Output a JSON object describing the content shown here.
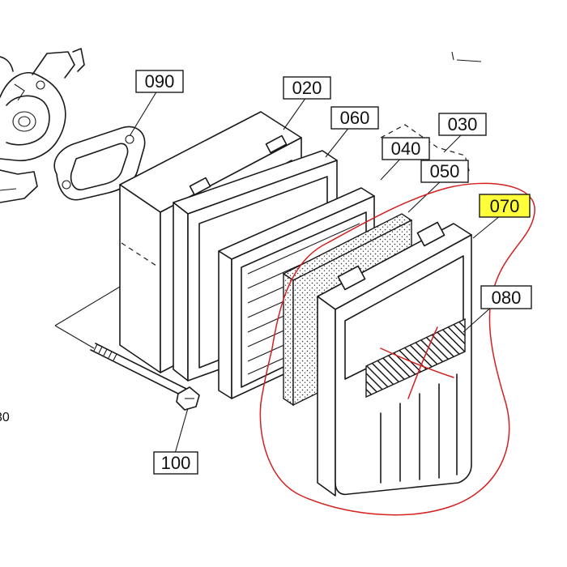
{
  "parts": {
    "p090": "090",
    "p020": "020",
    "p060": "060",
    "p030": "030",
    "p040": "040",
    "p050": "050",
    "p070": "070",
    "p080": "080",
    "p100": "100",
    "edge_fragment": "30"
  },
  "colors": {
    "highlight": "#ffff3a",
    "annotation_red": "#d42020",
    "line": "#1a1a1a"
  }
}
